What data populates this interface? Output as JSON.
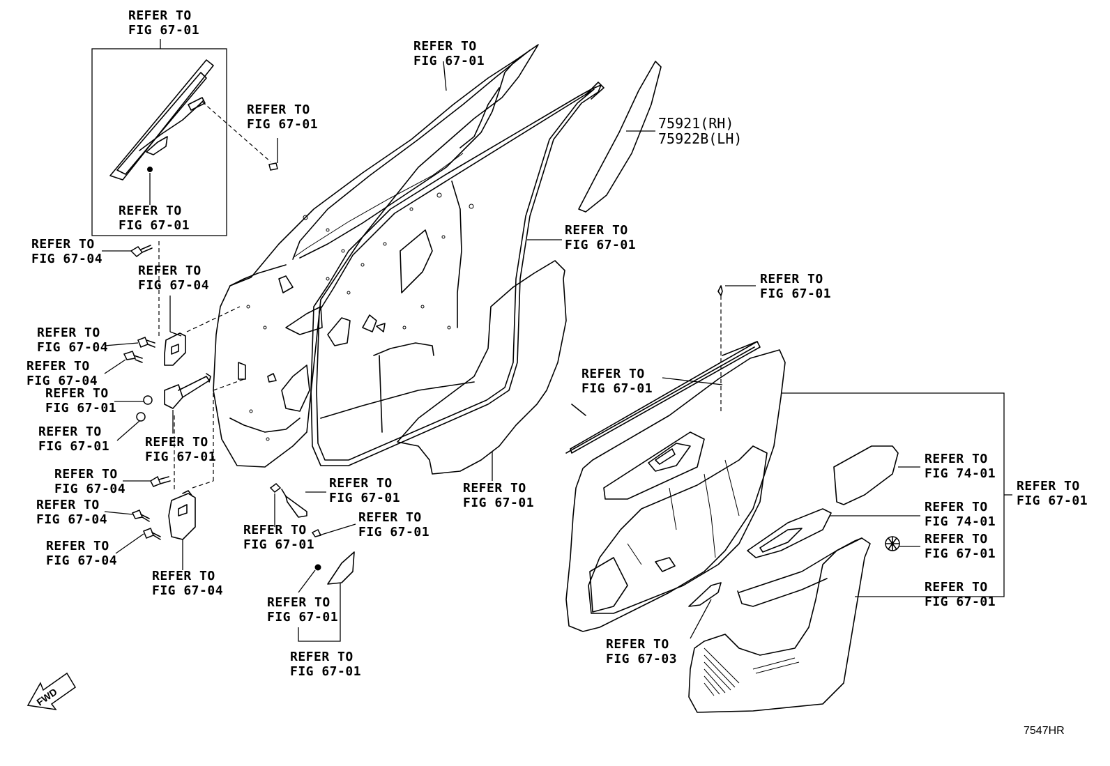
{
  "callouts": [
    {
      "id": "window-frame-top",
      "line1": "REFER TO",
      "line2": "FIG 67-01"
    },
    {
      "id": "window-frame-bottom",
      "line1": "REFER TO",
      "line2": "FIG 67-01"
    },
    {
      "id": "door-panel-top",
      "line1": "REFER TO",
      "line2": "FIG 67-01"
    },
    {
      "id": "clip-top",
      "line1": "REFER TO",
      "line2": "FIG 67-01"
    },
    {
      "id": "weatherstrip",
      "line1": "REFER TO",
      "line2": "FIG 67-01"
    },
    {
      "id": "bolt-upper-hinge",
      "line1": "REFER TO",
      "line2": "FIG 67-04"
    },
    {
      "id": "upper-hinge",
      "line1": "REFER TO",
      "line2": "FIG 67-04"
    },
    {
      "id": "bolt-hinge-a",
      "line1": "REFER TO",
      "line2": "FIG 67-04"
    },
    {
      "id": "bolt-hinge-b",
      "line1": "REFER TO",
      "line2": "FIG 67-04"
    },
    {
      "id": "check-nut",
      "line1": "REFER TO",
      "line2": "FIG 67-01"
    },
    {
      "id": "check-bushing",
      "line1": "REFER TO",
      "line2": "FIG 67-01"
    },
    {
      "id": "door-check",
      "line1": "REFER TO",
      "line2": "FIG 67-01"
    },
    {
      "id": "bolt-lower-a",
      "line1": "REFER TO",
      "line2": "FIG 67-04"
    },
    {
      "id": "bolt-lower-b",
      "line1": "REFER TO",
      "line2": "FIG 67-04"
    },
    {
      "id": "bolt-lower-c",
      "line1": "REFER TO",
      "line2": "FIG 67-04"
    },
    {
      "id": "lower-hinge",
      "line1": "REFER TO",
      "line2": "FIG 67-04"
    },
    {
      "id": "bracket",
      "line1": "REFER TO",
      "line2": "FIG 67-01"
    },
    {
      "id": "clip-bracket",
      "line1": "REFER TO",
      "line2": "FIG 67-01"
    },
    {
      "id": "screw-bracket",
      "line1": "REFER TO",
      "line2": "FIG 67-01"
    },
    {
      "id": "nut-trim",
      "line1": "REFER TO",
      "line2": "FIG 67-01"
    },
    {
      "id": "garnish-group",
      "line1": "REFER TO",
      "line2": "FIG 67-01"
    },
    {
      "id": "service-hole-cover",
      "line1": "REFER TO",
      "line2": "FIG 67-01"
    },
    {
      "id": "screw-trim",
      "line1": "REFER TO",
      "line2": "FIG 67-01"
    },
    {
      "id": "belt-moulding",
      "line1": "REFER TO",
      "line2": "FIG 67-01"
    },
    {
      "id": "armrest-upper",
      "line1": "REFER TO",
      "line2": "FIG 74-01"
    },
    {
      "id": "trim-board",
      "line1": "REFER TO",
      "line2": "FIG 67-01"
    },
    {
      "id": "switch-base",
      "line1": "REFER TO",
      "line2": "FIG 74-01"
    },
    {
      "id": "trim-clip",
      "line1": "REFER TO",
      "line2": "FIG 67-01"
    },
    {
      "id": "trim-pocket",
      "line1": "REFER TO",
      "line2": "FIG 67-01"
    },
    {
      "id": "inside-handle",
      "line1": "REFER TO",
      "line2": "FIG 67-03"
    }
  ],
  "part_number": {
    "line1": "75921(RH)",
    "line2": "75922B(LH)"
  },
  "drawing_code": "7547HR",
  "fwd_label": "FWD",
  "colors": {
    "line": "#000000",
    "background": "#ffffff"
  }
}
